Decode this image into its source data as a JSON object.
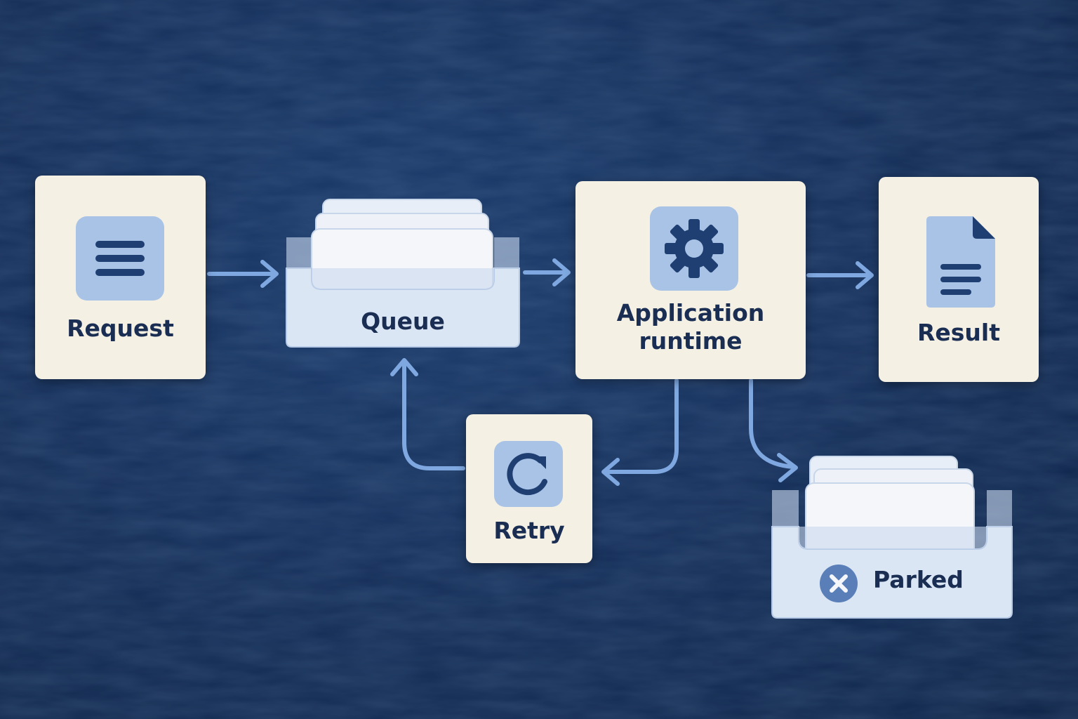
{
  "diagram": {
    "nodes": {
      "request": {
        "label": "Request",
        "icon": "lines-icon"
      },
      "queue": {
        "label": "Queue",
        "icon": "inbox-tray-icon"
      },
      "runtime": {
        "label_line1": "Application",
        "label_line2": "runtime",
        "icon": "gear-icon"
      },
      "result": {
        "label": "Result",
        "icon": "document-icon"
      },
      "retry": {
        "label": "Retry",
        "icon": "refresh-icon"
      },
      "parked": {
        "label": "Parked",
        "icon": "close-circle-icon"
      }
    },
    "edges": [
      {
        "from": "Request",
        "to": "Queue"
      },
      {
        "from": "Queue",
        "to": "Application runtime"
      },
      {
        "from": "Application runtime",
        "to": "Result"
      },
      {
        "from": "Application runtime",
        "to": "Retry"
      },
      {
        "from": "Retry",
        "to": "Queue"
      },
      {
        "from": "Application runtime",
        "to": "Parked"
      }
    ],
    "colors": {
      "background": "#142f5a",
      "card": "#f4f0e4",
      "tray": "#dbe6f5",
      "icon_tile": "#a9c3e6",
      "icon": "#1f3f73",
      "arrow": "#7fa8e0",
      "text": "#1a2d52"
    }
  }
}
